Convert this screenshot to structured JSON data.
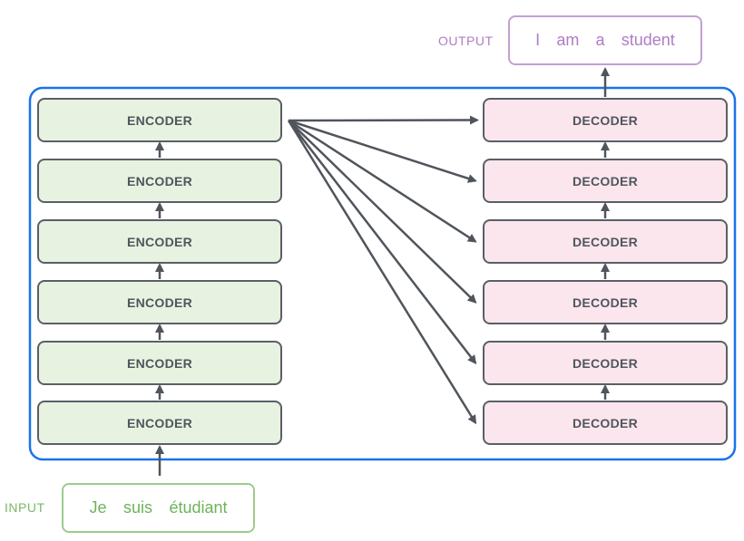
{
  "output": {
    "label": "OUTPUT",
    "tokens": [
      "I",
      "am",
      "a",
      "student"
    ]
  },
  "input": {
    "label": "INPUT",
    "tokens": [
      "Je",
      "suis",
      "étudiant"
    ]
  },
  "encoders": [
    "ENCODER",
    "ENCODER",
    "ENCODER",
    "ENCODER",
    "ENCODER",
    "ENCODER"
  ],
  "decoders": [
    "DECODER",
    "DECODER",
    "DECODER",
    "DECODER",
    "DECODER",
    "DECODER"
  ],
  "colors": {
    "container_border": "#1a73e8",
    "arrow": "#50555c",
    "encoder_fill": "#e8f2e1",
    "decoder_fill": "#fbe6ee",
    "output_accent": "#b07cc6",
    "input_accent": "#6db35a"
  }
}
